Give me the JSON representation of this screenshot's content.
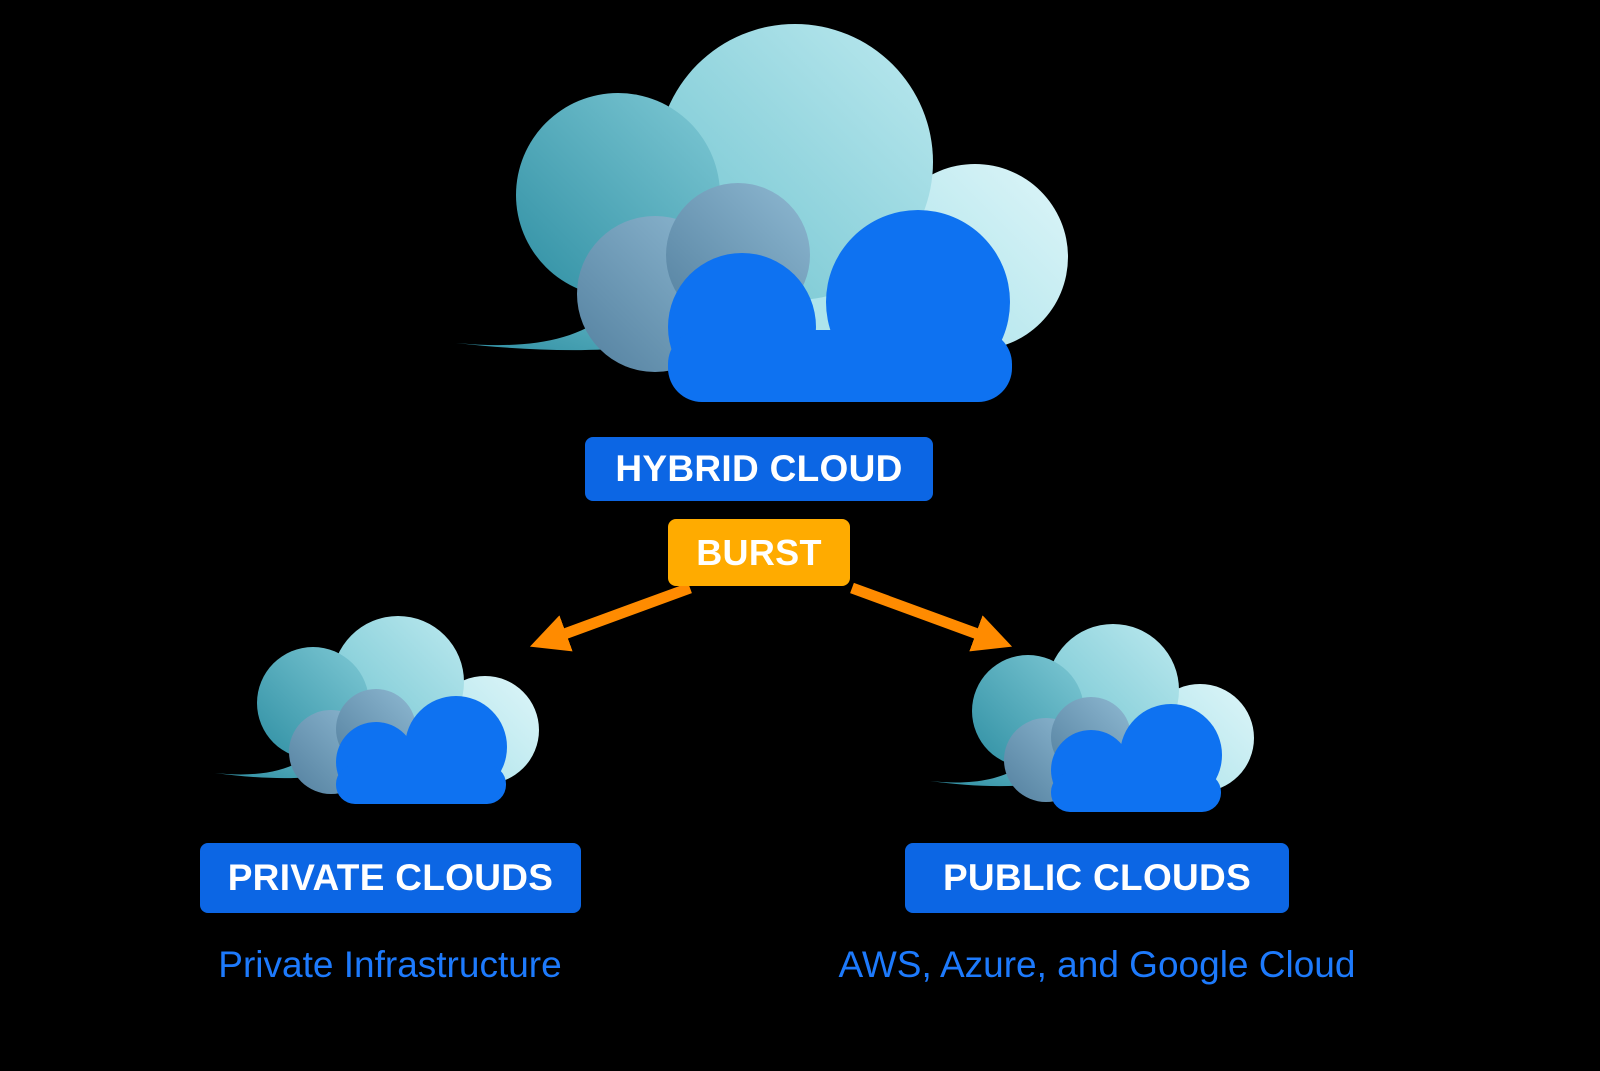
{
  "colors": {
    "background": "#000000",
    "label_blue": "#0C66E4",
    "cloud_blue": "#0E72F1",
    "burst_amber": "#FFAB00",
    "arrow_orange": "#FF8B00",
    "caption_blue": "#1D7AFC",
    "teal_dark": "#2F8FA3",
    "teal_mid": "#6FC3CF",
    "teal_light": "#A9E2EA"
  },
  "nodes": {
    "hybrid": {
      "label": "HYBRID CLOUD"
    },
    "burst": {
      "label": "BURST"
    },
    "private": {
      "label": "PRIVATE CLOUDS",
      "caption": "Private Infrastructure"
    },
    "public": {
      "label": "PUBLIC CLOUDS",
      "caption": "AWS, Azure, and Google Cloud"
    }
  }
}
